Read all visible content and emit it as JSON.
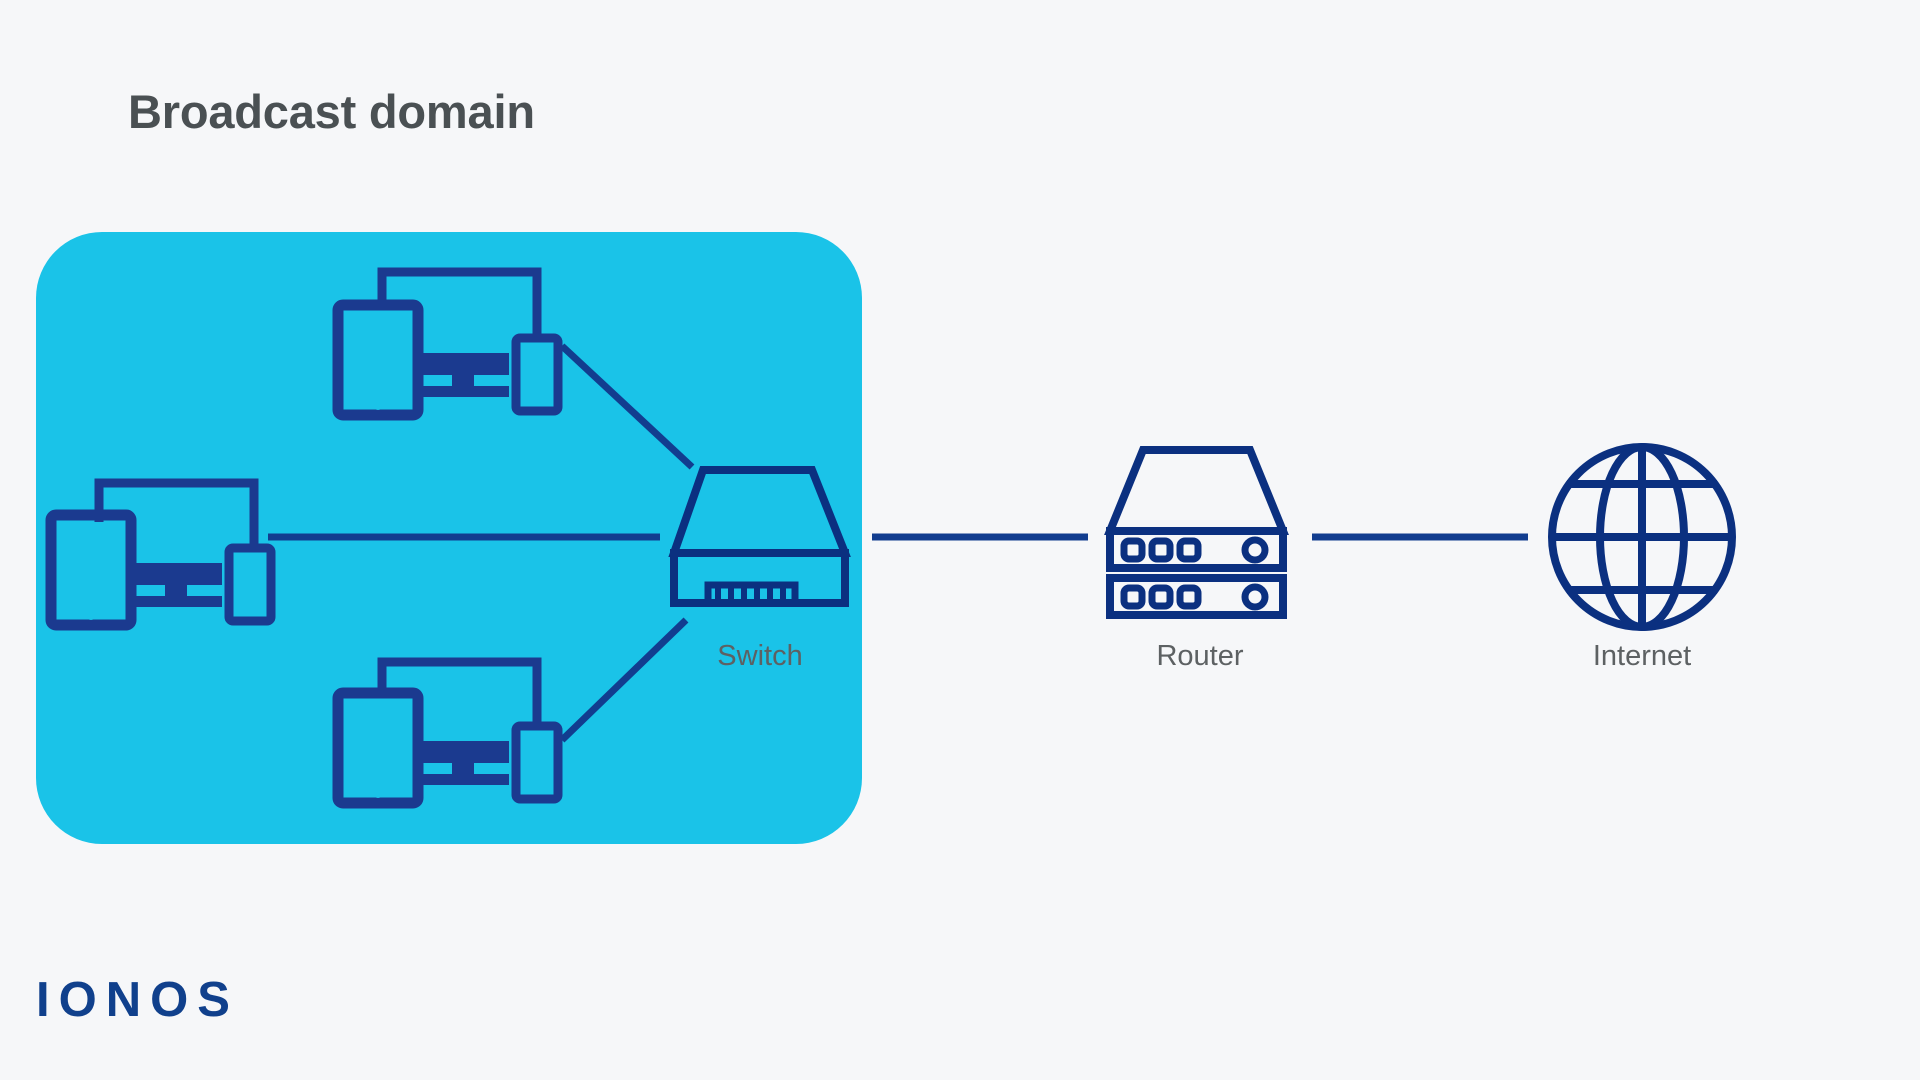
{
  "page": {
    "title": "Broadcast domain",
    "background_color": "#f6f7f9",
    "brand": "IONOS"
  },
  "colors": {
    "title_gray": "#4a5053",
    "label_gray": "#5d6163",
    "brand_blue": "#10408c",
    "line_blue": "#123d8f",
    "icon_blue": "#1b3a8f",
    "domain_cyan": "#1ac3e8",
    "background": "#f6f7f9"
  },
  "broadcast_domain": {
    "name": "broadcast-domain-region",
    "fill": "#1ac3e8",
    "corner_radius": 66
  },
  "nodes": [
    {
      "id": "device-cluster-top",
      "label": "",
      "type": "device-group"
    },
    {
      "id": "device-cluster-left",
      "label": "",
      "type": "device-group"
    },
    {
      "id": "device-cluster-bottom",
      "label": "",
      "type": "device-group"
    },
    {
      "id": "switch",
      "label": "Switch",
      "type": "switch"
    },
    {
      "id": "router",
      "label": "Router",
      "type": "router"
    },
    {
      "id": "internet",
      "label": "Internet",
      "type": "globe"
    }
  ],
  "labels": {
    "switch": "Switch",
    "router": "Router",
    "internet": "Internet"
  },
  "links": [
    {
      "from": "device-cluster-top",
      "to": "switch",
      "style": "diagonal"
    },
    {
      "from": "device-cluster-left",
      "to": "switch",
      "style": "horizontal"
    },
    {
      "from": "device-cluster-bottom",
      "to": "switch",
      "style": "diagonal"
    },
    {
      "from": "switch",
      "to": "router",
      "style": "horizontal"
    },
    {
      "from": "router",
      "to": "internet",
      "style": "horizontal"
    }
  ],
  "device_group": {
    "members": [
      "tablet",
      "desktop-monitor",
      "phone"
    ],
    "bracket": "top-connector-bracket"
  },
  "icons": {
    "switch": "switch-icon",
    "router": "router-icon",
    "internet": "globe-icon",
    "tablet": "tablet-icon",
    "monitor": "monitor-icon",
    "phone": "phone-icon"
  }
}
